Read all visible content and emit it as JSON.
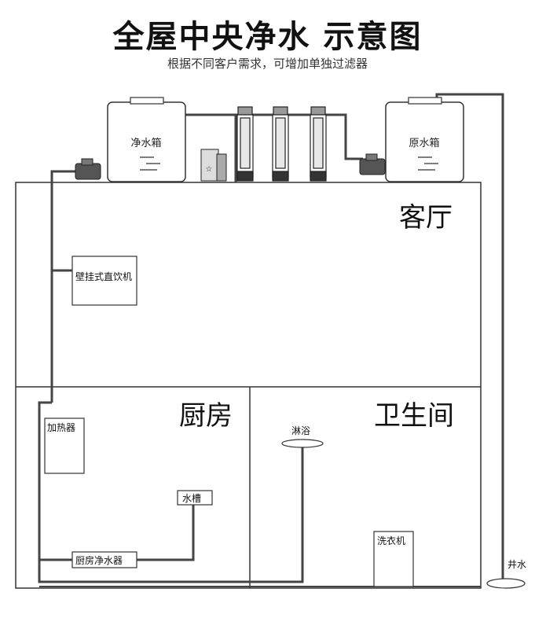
{
  "title": "全屋中央净水 示意图",
  "subtitle": "根据不同客户需求，可增加单独过滤器",
  "rooms": {
    "living_room": "客厅",
    "kitchen": "厨房",
    "bathroom": "卫生间"
  },
  "tanks": {
    "clean_tank": "净水箱",
    "raw_tank": "原水箱"
  },
  "control_box_glyph": "☆",
  "appliances": {
    "wall_dispenser": "壁挂式直饮机",
    "heater": "加热器",
    "sink": "水槽",
    "kitchen_purifier": "厨房净水器",
    "shower": "淋浴",
    "washing_machine": "洗衣机",
    "well": "井水"
  }
}
